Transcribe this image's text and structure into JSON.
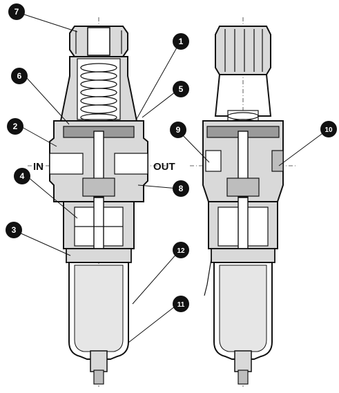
{
  "ports": {
    "inlet": "IN",
    "outlet": "OUT"
  },
  "callouts": [
    "1",
    "2",
    "3",
    "4",
    "5",
    "6",
    "7",
    "8",
    "9",
    "10",
    "11",
    "12"
  ],
  "colors": {
    "badge": "#111111",
    "badge_text": "#ffffff",
    "body": "#d9d9d9",
    "line": "#111111"
  }
}
